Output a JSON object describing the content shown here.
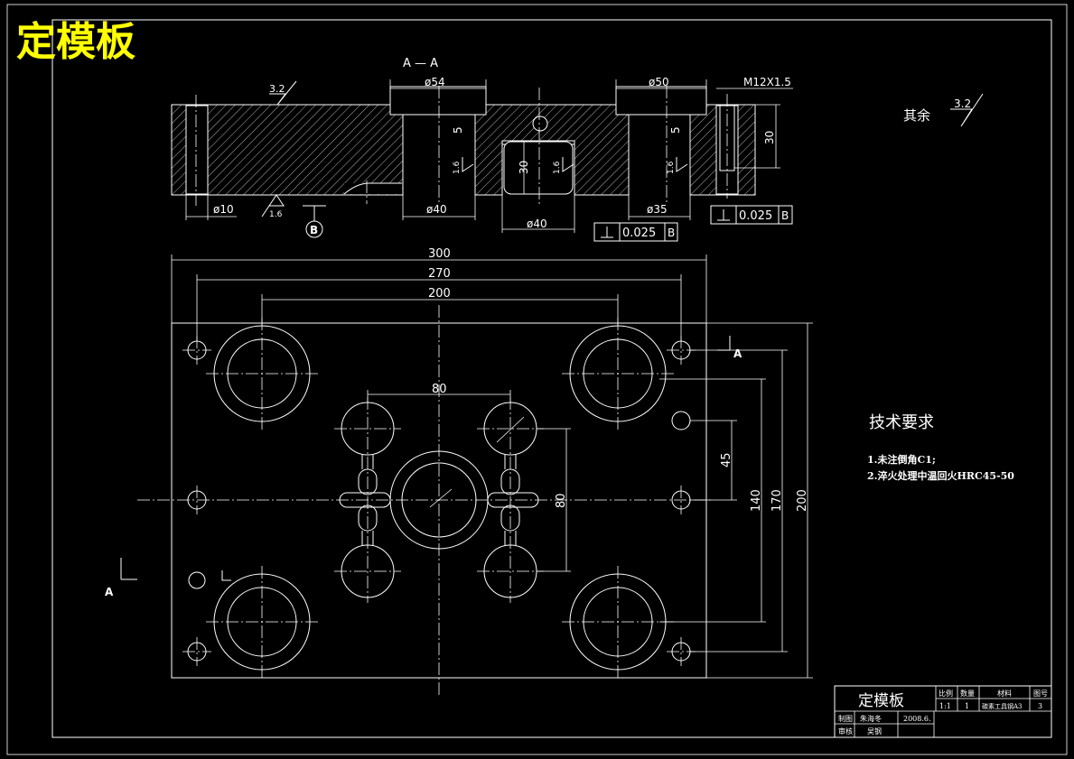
{
  "drawing": {
    "title": "定模板",
    "section_label": "A — A",
    "roughness_general_label": "其余",
    "roughness_general_value": "3.2",
    "roughness_top": "3.2",
    "roughness_bottom": "1.6",
    "roughness_bore": "1.6",
    "datum": "B",
    "section_arrow": "A"
  },
  "section_dims": {
    "d54": "ø54",
    "d50": "ø50",
    "thread": "M12X1.5",
    "depth5a": "5",
    "depth5b": "5",
    "depth30a": "30",
    "depth30b": "30",
    "d10": "ø10",
    "d40a": "ø40",
    "d40b": "ø40",
    "d35": "ø35",
    "tol1": "0.025",
    "tol2": "0.025",
    "tol_datum1": "B",
    "tol_datum2": "B"
  },
  "plan_dims": {
    "w300": "300",
    "w270": "270",
    "w200": "200",
    "w80": "80",
    "h45": "45",
    "h80": "80",
    "h140": "140",
    "h170": "170",
    "h200": "200"
  },
  "tech_req": {
    "heading": "技术要求",
    "items": [
      "1.未注倒角C1;",
      "2.淬火处理中温回火HRC45-50"
    ]
  },
  "title_block": {
    "name": "定模板",
    "col_scale": "比例",
    "col_qty": "数量",
    "col_material": "材料",
    "col_no": "图号",
    "scale": "1:1",
    "qty": "1",
    "material": "碳素工具钢A3",
    "number": "3",
    "drawn_label": "制图",
    "drawn_by": "朱海冬",
    "date": "2008.6.",
    "checked_label": "审核",
    "checked_by": "吴钢"
  }
}
